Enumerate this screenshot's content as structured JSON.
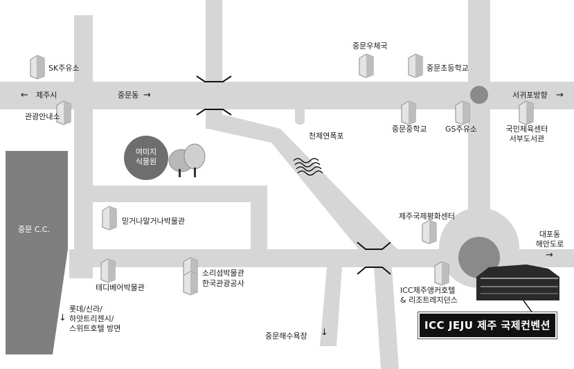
{
  "map": {
    "title": "",
    "landmarks": {
      "sk_gas": "SK주유소",
      "post_office": "중문우체국",
      "elementary_school": "중문초등학교",
      "tourist_info": "관광안내소",
      "middle_school": "중문중학교",
      "gs_gas": "GS주유소",
      "sports_center": "국민체육센터\n서부도서관",
      "yeomiji": "여미지\n식물원",
      "cheonjeyeon": "천제연폭포",
      "golf": "중문 C.C.",
      "beliefs_museum": "믿거나말거나박물관",
      "peace_center": "제주국제평화센터",
      "teddy_museum": "테디베어박물관",
      "sound_museum": "소리섬박물관",
      "tourism_org": "한국관광공사",
      "icc_hotel": "ICC제주앵커호텔\n& 리조트레지던스",
      "hotels": "롯데/신라/\n하얏트리젠시/\n스위트호텔 방면",
      "beach": "중문해수욕장",
      "daepo": "대포동\n해안도로"
    },
    "directions": {
      "jeju_city": "제주시",
      "jungmun_dong": "중문동",
      "seogwipo": "서귀포방향"
    },
    "banner": {
      "label": "ICC JEJU 제주 국제컨벤션센터"
    },
    "colors": {
      "road": "#d6d6d6",
      "background": "#ffffff",
      "golf_course": "#7f7f7f",
      "botanical_garden": "#6e6e6e",
      "banner": "#111111"
    }
  }
}
